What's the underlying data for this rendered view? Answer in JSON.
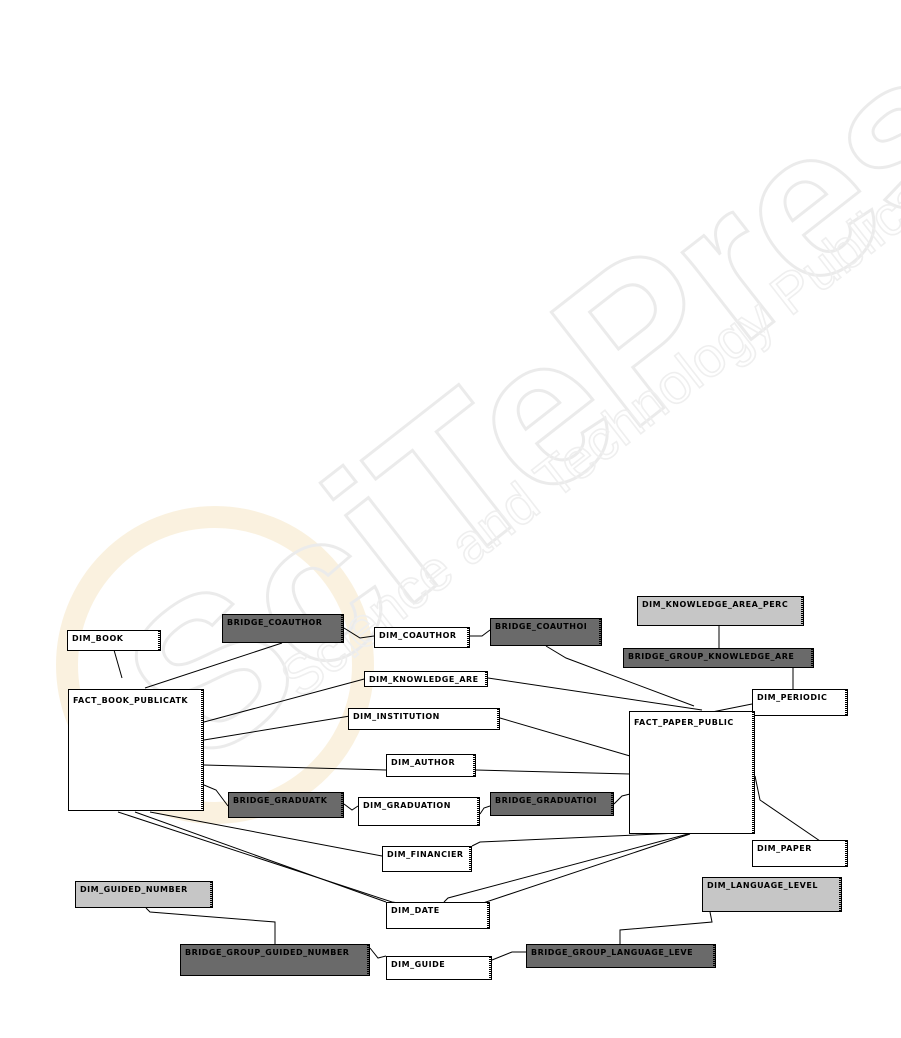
{
  "watermark": {
    "brand": "SciTePress",
    "tagline": "Science and Technology Publications"
  },
  "tables": {
    "dim_book": "DIM_BOOK",
    "bridge_coauthor_left": "BRIDGE_COAUTHOR",
    "dim_coauthor": "DIM_COAUTHOR",
    "bridge_coauthor_right": "BRIDGE_COAUTHOI",
    "dim_knowledge_area_perc": "DIM_KNOWLEDGE_AREA_PERC",
    "bridge_group_knowledge_area": "BRIDGE_GROUP_KNOWLEDGE_ARE",
    "dim_periodic": "DIM_PERIODIC",
    "dim_knowledge_area": "DIM_KNOWLEDGE_ARE",
    "fact_book_publication": "FACT_BOOK_PUBLICATK",
    "dim_institution": "DIM_INSTITUTION",
    "fact_paper_publication": "FACT_PAPER_PUBLIC",
    "dim_author": "DIM_AUTHOR",
    "bridge_graduation_left": "BRIDGE_GRADUATK",
    "dim_graduation": "DIM_GRADUATION",
    "bridge_graduation_right": "BRIDGE_GRADUATIOI",
    "dim_paper": "DIM_PAPER",
    "dim_financier": "DIM_FINANCIER",
    "dim_guided_number": "DIM_GUIDED_NUMBER",
    "dim_language_level": "DIM_LANGUAGE_LEVEL",
    "dim_date": "DIM_DATE",
    "bridge_group_guided_number": "BRIDGE_GROUP_GUIDED_NUMBER",
    "dim_guide": "DIM_GUIDE",
    "bridge_group_language_level": "BRIDGE_GROUP_LANGUAGE_LEVE"
  },
  "colors": {
    "dark_bridge": "#6a6a6a",
    "light_dim": "#c6c6c6",
    "table": "#ffffff",
    "line": "#000000",
    "watermark": "#dcdcdc"
  }
}
